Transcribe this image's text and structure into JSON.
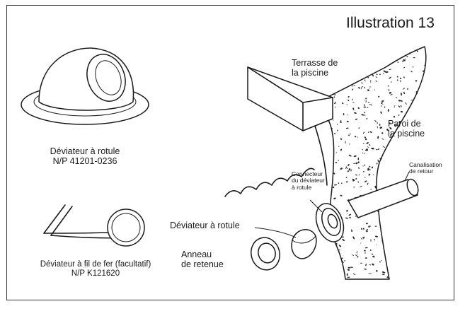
{
  "title": "Illustration 13",
  "labels": {
    "deck": [
      "Terrasse de",
      "la piscine"
    ],
    "wall": [
      "Paroi de",
      "la piscine"
    ],
    "return_pipe": [
      "Canalisation",
      "de retour"
    ],
    "connector": [
      "Connecteur",
      "du déviateur",
      "à rotule"
    ],
    "eyeball_fitting": "Déviateur à rotule",
    "retaining_ring": [
      "Anneau",
      "de retenue"
    ],
    "eyeball_part": [
      "Déviateur à rotule",
      "N/P 41201-0236"
    ],
    "wire_part": [
      "Déviateur à fil de fer (facultatif)",
      "N/P K121620"
    ]
  },
  "colors": {
    "line": "#1a1a1a",
    "background": "#ffffff",
    "frame": "#333333"
  }
}
